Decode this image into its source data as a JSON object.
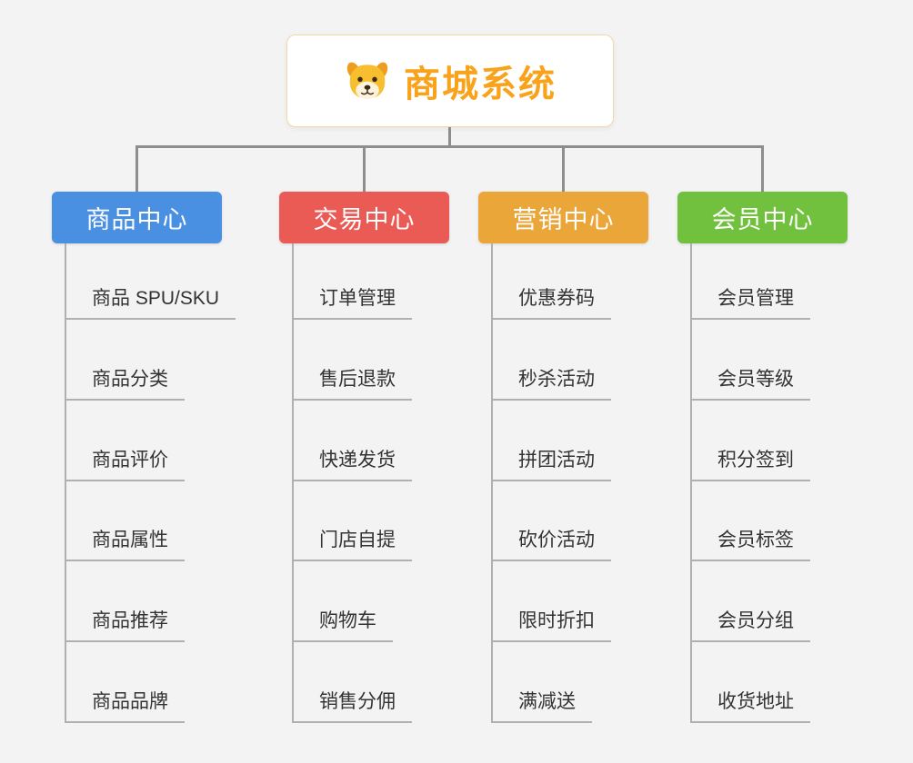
{
  "root": {
    "title": "商城系统",
    "icon": "dog-icon"
  },
  "colors": {
    "background": "#f3f3f3",
    "root_title": "#f9a21b",
    "root_border": "#f2d9a4",
    "connector": "#8d8d8d",
    "leaf_line": "#b0b0b0"
  },
  "branches": [
    {
      "label": "商品中心",
      "color": "#4a90e2",
      "items": [
        "商品 SPU/SKU",
        "商品分类",
        "商品评价",
        "商品属性",
        "商品推荐",
        "商品品牌"
      ]
    },
    {
      "label": "交易中心",
      "color": "#e95b54",
      "items": [
        "订单管理",
        "售后退款",
        "快递发货",
        "门店自提",
        "购物车",
        "销售分佣"
      ]
    },
    {
      "label": "营销中心",
      "color": "#ebа63a",
      "items": [
        "优惠券码",
        "秒杀活动",
        "拼团活动",
        "砍价活动",
        "限时折扣",
        "满减送"
      ]
    },
    {
      "label": "会员中心",
      "color": "#71c13f",
      "items": [
        "会员管理",
        "会员等级",
        "积分签到",
        "会员标签",
        "会员分组",
        "收货地址"
      ]
    }
  ]
}
